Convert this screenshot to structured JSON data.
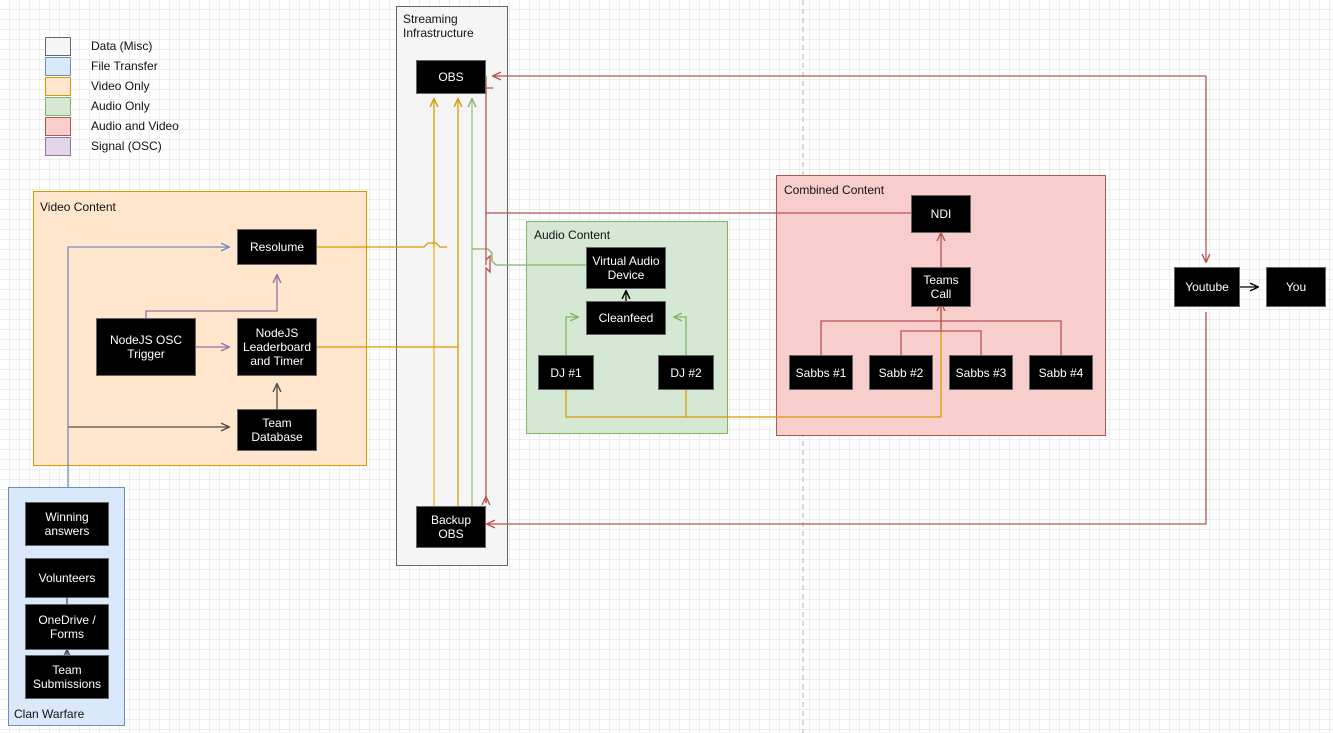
{
  "legend": {
    "items": [
      {
        "label": "Data (Misc)",
        "fill": "#f5f5f5",
        "stroke": "#666666"
      },
      {
        "label": "File Transfer",
        "fill": "#dae8fc",
        "stroke": "#6c8ebf"
      },
      {
        "label": "Video Only",
        "fill": "#ffe6cc",
        "stroke": "#d79b00"
      },
      {
        "label": "Audio Only",
        "fill": "#d5e8d4",
        "stroke": "#82b366"
      },
      {
        "label": "Audio and Video",
        "fill": "#f8cecc",
        "stroke": "#b85450"
      },
      {
        "label": "Signal (OSC)",
        "fill": "#e1d5e7",
        "stroke": "#9673a6"
      }
    ]
  },
  "groups": {
    "streaming": {
      "label": "Streaming\nInfrastructure",
      "fill": "#f5f5f5",
      "stroke": "#666666"
    },
    "video": {
      "label": "Video Content",
      "fill": "#ffe6cc",
      "stroke": "#d79b00"
    },
    "audio": {
      "label": "Audio Content",
      "fill": "#d5e8d4",
      "stroke": "#82b366"
    },
    "combined": {
      "label": "Combined Content",
      "fill": "#f8cecc",
      "stroke": "#b85450"
    },
    "clan": {
      "label": "Clan Warfare",
      "fill": "#dae8fc",
      "stroke": "#6c8ebf"
    }
  },
  "nodes": {
    "obs": "OBS",
    "backup_obs": "Backup\nOBS",
    "resolume": "Resolume",
    "nodejs_osc": "NodeJS OSC\nTrigger",
    "nodejs_leaderboard": "NodeJS\nLeaderboard\nand Timer",
    "team_database": "Team\nDatabase",
    "virtual_audio": "Virtual Audio\nDevice",
    "cleanfeed": "Cleanfeed",
    "dj1": "DJ #1",
    "dj2": "DJ #2",
    "ndi": "NDI",
    "teams_call": "Teams\nCall",
    "sabbs1": "Sabbs #1",
    "sabb2": "Sabb #2",
    "sabbs3": "Sabbs #3",
    "sabb4": "Sabb #4",
    "winning_answers": "Winning\nanswers",
    "volunteers": "Volunteers",
    "onedrive_forms": "OneDrive /\nForms",
    "team_submissions": "Team\nSubmissions",
    "youtube": "Youtube",
    "you": "You"
  },
  "colors": {
    "video": "#d79b00",
    "audio": "#82b366",
    "combined": "#b85450",
    "signal": "#9673a6",
    "file": "#6c8ebf",
    "data": "#4d4d4d",
    "node_fill": "#000000",
    "node_text": "#ffffff",
    "page_break": "#b3b3b3"
  }
}
